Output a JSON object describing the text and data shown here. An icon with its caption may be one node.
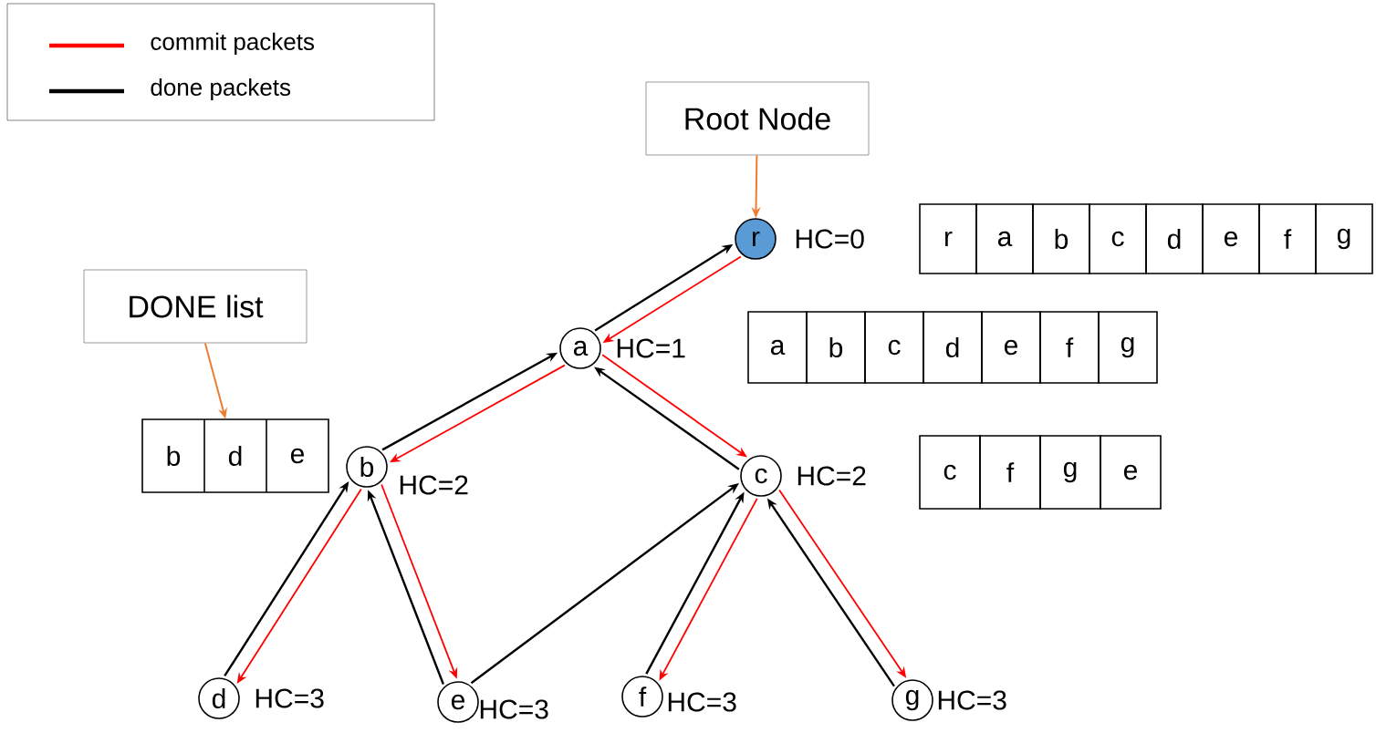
{
  "diagram": {
    "nodes": [
      {
        "text": [
          "Root Node"
        ]
      },
      {
        "text": [
          "DONE list"
        ]
      },
      {
        "text": [
          "b",
          "d",
          "e"
        ]
      },
      {
        "text": [
          "r"
        ],
        "beside": [
          "HC=0"
        ]
      },
      {
        "text": [
          "a"
        ],
        "beside": [
          "HC=1"
        ]
      },
      {
        "text": [
          "b"
        ],
        "beside": [
          "HC=2"
        ]
      },
      {
        "text": [
          "c"
        ],
        "beside": [
          "HC=2"
        ]
      },
      {
        "text": [
          "d"
        ],
        "beside": [
          "HC=3"
        ]
      },
      {
        "text": [
          "e"
        ],
        "beside": [
          "HC=3"
        ]
      },
      {
        "text": [
          "f"
        ],
        "beside": [
          "HC=3"
        ]
      },
      {
        "text": [
          "g"
        ],
        "beside": [
          "HC=3"
        ]
      }
    ],
    "edges": [
      {
        "from": 0,
        "to": 3,
        "arrow": "to",
        "color": "#ed7d31"
      },
      {
        "from": 1,
        "to": 2,
        "arrow": "to",
        "color": "#ed7d31"
      },
      {
        "from": 4,
        "to": 3,
        "arrow": "to"
      },
      {
        "from": 3,
        "to": 4,
        "arrow": "to",
        "color": "#ff0000"
      },
      {
        "from": 5,
        "to": 4,
        "arrow": "to"
      },
      {
        "from": 4,
        "to": 5,
        "arrow": "to",
        "color": "#ff0000"
      },
      {
        "from": 6,
        "to": 4,
        "arrow": "to"
      },
      {
        "from": 4,
        "to": 6,
        "arrow": "to",
        "color": "#ff0000"
      },
      {
        "from": 7,
        "to": 5,
        "arrow": "to"
      },
      {
        "from": 5,
        "to": 7,
        "arrow": "to",
        "color": "#ff0000"
      },
      {
        "from": 8,
        "to": 5,
        "arrow": "to"
      },
      {
        "from": 5,
        "to": 8,
        "arrow": "to",
        "color": "#ff0000"
      },
      {
        "from": 8,
        "to": 6,
        "arrow": "to"
      },
      {
        "from": 9,
        "to": 6,
        "arrow": "to"
      },
      {
        "from": 6,
        "to": 9,
        "arrow": "to",
        "color": "#ff0000"
      },
      {
        "from": 10,
        "to": 6,
        "arrow": "to"
      },
      {
        "from": 6,
        "to": 10,
        "arrow": "to",
        "color": "#ff0000"
      }
    ],
    "labels": [
      "r",
      "a",
      "b",
      "c",
      "d",
      "e",
      "f",
      "g",
      "a",
      "b",
      "c",
      "d",
      "e",
      "f",
      "g",
      "c",
      "f",
      "g",
      "e"
    ],
    "legend": [
      {
        "text": "commit packets"
      },
      {
        "text": "done packets"
      }
    ]
  }
}
